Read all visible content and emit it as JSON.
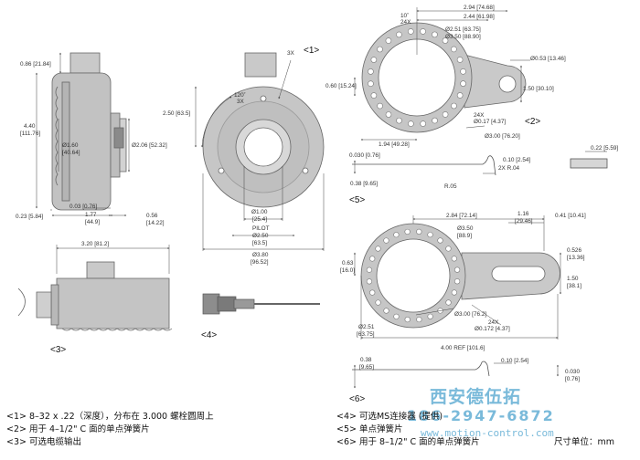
{
  "labels": {
    "c1": "<1>",
    "c2": "<2>",
    "c3": "<3>",
    "c4": "<4>",
    "c5": "<5>",
    "c6": "<6>",
    "d_086": "0.86 [21.84]",
    "d_440a": "4.40",
    "d_440b": "[111.76]",
    "d_160a": "Ø1.60",
    "d_160b": "[40.64]",
    "d_206": "Ø2.06 [52.32]",
    "d_003": "0.03 [0.76]",
    "d_023": "0.23 [5.84]",
    "d_177a": "1.77",
    "d_177b": "[44.9]",
    "d_056a": "0.56",
    "d_056b": "[14.22]",
    "d_3x": "3X",
    "d_120a": "120˚",
    "d_120b": "3X",
    "d_250": "2.50 [63.5]",
    "d_100a": "Ø1.00",
    "d_100b": "[25.4]",
    "d_pilot": "PILOT",
    "d_250pa": "Ø2.50",
    "d_250pb": "[63.5]",
    "d_380a": "Ø3.80",
    "d_380b": "[96.52]",
    "d_320": "3.20 [81.2]",
    "t_10": "10˚",
    "t_24x": "24X",
    "t_294": "2.94 [74.68]",
    "t_244": "2.44 [61.98]",
    "t_251": "Ø2.51 [63.75]",
    "t_350": "Ø3.50 [88.90]",
    "t_053": "Ø0.53 [13.46]",
    "t_060": "0.60 [15.24]",
    "t_150": "1.50 [30.10]",
    "t_24x2": "24X",
    "t_017": "Ø0.17 [4.37]",
    "t_300": "Ø3.00 [76.20]",
    "t_194": "1.94 [49.28]",
    "s_030": "0.030 [0.76]",
    "s_010": "0.10 [2.54]",
    "s_r04": "2X R.04",
    "s_038": "0.38 [9.65]",
    "s_r05": "R.05",
    "s_022": "0.22 [5.59]",
    "m_284": "2.84 [72.14]",
    "m_116a": "1.16",
    "m_116b": "[29.46]",
    "m_041": "0.41 [10.41]",
    "m_350a": "Ø3.50",
    "m_350b": "[88.9]",
    "m_063a": "0.63",
    "m_063b": "[16.0]",
    "m_0526a": "0.526",
    "m_0526b": "[13.36]",
    "m_150a": "1.50",
    "m_150b": "[38.1]",
    "m_300": "Ø3.00 [76.2]",
    "m_24x": "24X",
    "m_0172": "Ø0.172 [4.37]",
    "m_251a": "Ø2.51",
    "m_251b": "[63.75]",
    "m_400": "4.00 REF [101.6]",
    "b_038a": "0.38",
    "b_038b": "[9.65]",
    "b_010": "0.10 [2.54]",
    "b_030a": "0.030",
    "b_030b": "[0.76]"
  },
  "notes": [
    "<1> 8–32 x .22（深度），分布在 3.000 螺栓圆周上",
    "<2> 用于 4–1/2\" C 面的单点弹簧片",
    "<3> 可选电缆输出",
    "<4> 可选MS连接器 (提供)",
    "<5> 单点弹簧片",
    "<6> 用于 8–1/2\" C 面的单点弹簧片",
    "尺寸单位：mm"
  ],
  "watermark": {
    "company": "西安德伍拓",
    "phone": "186-2947-6872",
    "url": "www.motion-control.com"
  }
}
